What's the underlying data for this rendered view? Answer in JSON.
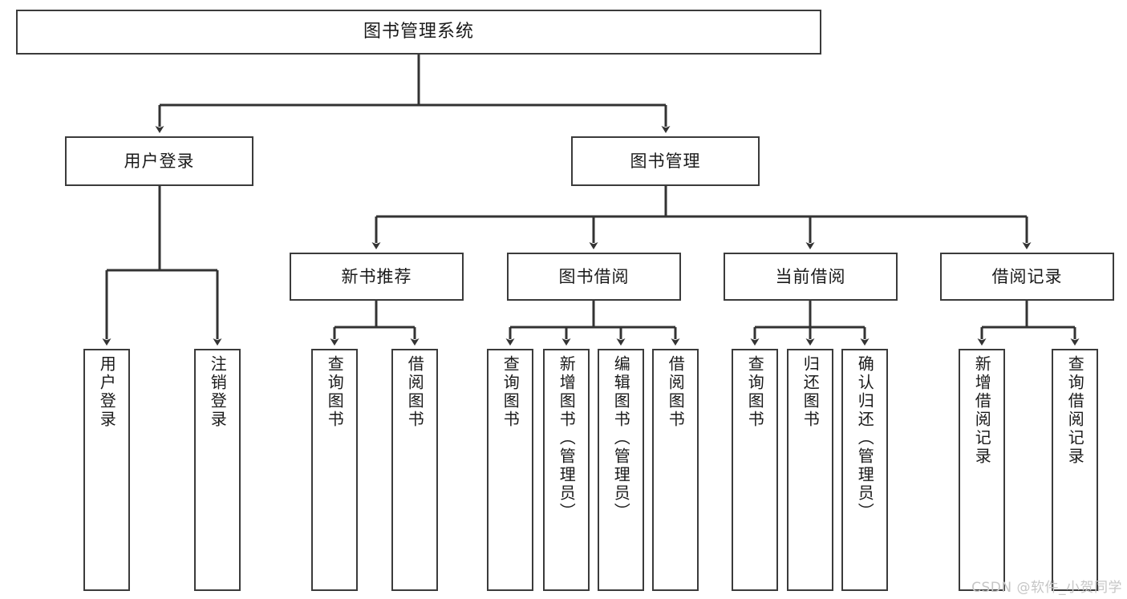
{
  "diagram": {
    "title": "图书管理系统",
    "type": "tree-hierarchy-chart",
    "watermark": "CSDN @软件_小贺同学",
    "colors": {
      "stroke": "#3b3b3b",
      "fill": "#ffffff",
      "text": "#1a1a1a",
      "watermark": "#c6c6c6"
    },
    "levels": {
      "root": {
        "label": "图书管理系统"
      },
      "level2": [
        {
          "id": "user-login",
          "label": "用户登录"
        },
        {
          "id": "book-manage",
          "label": "图书管理"
        }
      ],
      "level3": [
        {
          "id": "new-book-recommend",
          "label": "新书推荐",
          "parent": "book-manage"
        },
        {
          "id": "book-borrow",
          "label": "图书借阅",
          "parent": "book-manage"
        },
        {
          "id": "current-borrow",
          "label": "当前借阅",
          "parent": "book-manage"
        },
        {
          "id": "borrow-record",
          "label": "借阅记录",
          "parent": "book-manage"
        }
      ],
      "leaves": [
        {
          "id": "leaf-user-login",
          "label": "用户登录",
          "parent": "user-login"
        },
        {
          "id": "leaf-logout-login",
          "label": "注销登录",
          "parent": "user-login"
        },
        {
          "id": "leaf-query-book-1",
          "label": "查询图书",
          "parent": "new-book-recommend"
        },
        {
          "id": "leaf-borrow-book-1",
          "label": "借阅图书",
          "parent": "new-book-recommend"
        },
        {
          "id": "leaf-query-book-2",
          "label": "查询图书",
          "parent": "book-borrow"
        },
        {
          "id": "leaf-add-book",
          "label": "新增图书（管理员）",
          "parent": "book-borrow"
        },
        {
          "id": "leaf-edit-book",
          "label": "编辑图书（管理员）",
          "parent": "book-borrow"
        },
        {
          "id": "leaf-borrow-book-2",
          "label": "借阅图书",
          "parent": "book-borrow"
        },
        {
          "id": "leaf-query-book-3",
          "label": "查询图书",
          "parent": "current-borrow"
        },
        {
          "id": "leaf-return-book",
          "label": "归还图书",
          "parent": "current-borrow"
        },
        {
          "id": "leaf-confirm-return",
          "label": "确认归还（管理员）",
          "parent": "current-borrow"
        },
        {
          "id": "leaf-add-record",
          "label": "新增借阅记录",
          "parent": "borrow-record"
        },
        {
          "id": "leaf-query-record",
          "label": "查询借阅记录",
          "parent": "borrow-record"
        }
      ]
    }
  }
}
